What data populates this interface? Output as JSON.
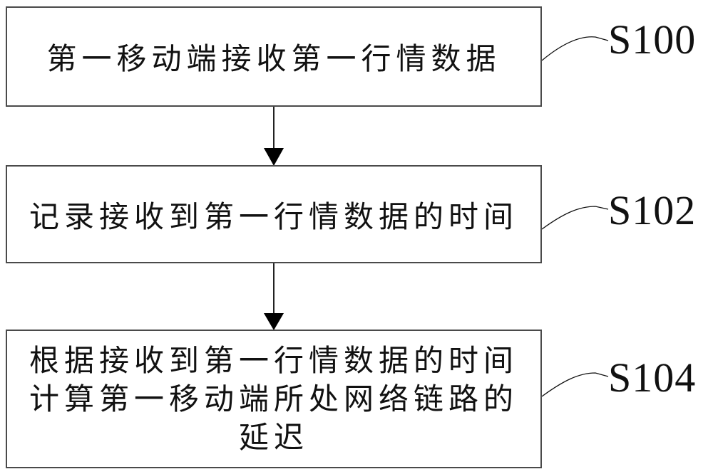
{
  "flowchart": {
    "steps": [
      {
        "id": "S100",
        "label": "S100",
        "text": "第一移动端接收第一行情数据"
      },
      {
        "id": "S102",
        "label": "S102",
        "text": "记录接收到第一行情数据的时间"
      },
      {
        "id": "S104",
        "label": "S104",
        "text": "根据接收到第一行情数据的时间\n计算第一移动端所处网络链路的\n延迟"
      }
    ],
    "colors": {
      "border": "#4a4a4a",
      "text": "#111111",
      "arrow": "#000000",
      "background": "#ffffff"
    }
  }
}
